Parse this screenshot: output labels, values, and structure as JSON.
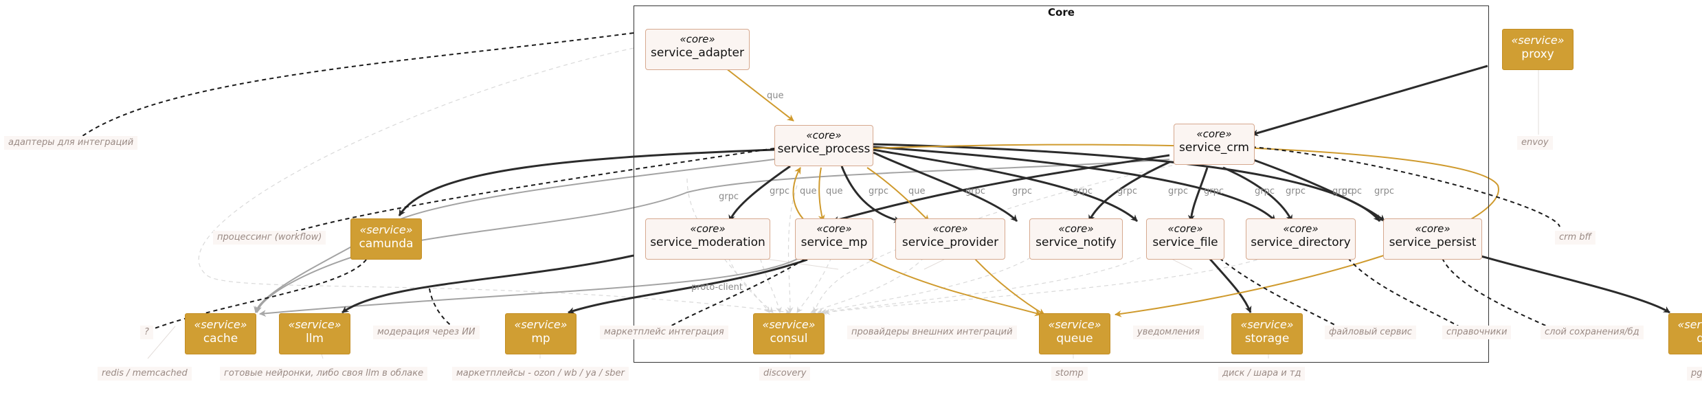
{
  "diagram": {
    "boundary_title": "Core",
    "stereotypes": {
      "core": "«core»",
      "service": "«service»"
    },
    "colors": {
      "dark_edge": "#2b2b2b",
      "gold_edge": "#cf9a2d",
      "gray_edge": "#9e9e9e",
      "light_edge": "#d4d4d4",
      "service_fill": "#d09e33",
      "core_fill": "#fbf5f2"
    },
    "nodes": {
      "service_adapter": "service_adapter",
      "service_process": "service_process",
      "service_crm": "service_crm",
      "service_moderation": "service_moderation",
      "service_mp": "service_mp",
      "service_provider": "service_provider",
      "service_notify": "service_notify",
      "service_file": "service_file",
      "service_directory": "service_directory",
      "service_persist": "service_persist",
      "proxy": "proxy",
      "camunda": "camunda",
      "cache": "cache",
      "llm": "llm",
      "mp": "mp",
      "consul": "consul",
      "queue": "queue",
      "storage": "storage",
      "db": "db"
    },
    "notes": {
      "adapters": "адаптеры для интеграций",
      "envoy": "envoy",
      "workflow": "процессинг (workflow)",
      "crm_bff": "crm bff",
      "question": "?",
      "ai_moderation": "модерация через ИИ",
      "marketplace_integration": "маркетплейс интеграция",
      "external_providers": "провайдеры внешних интеграций",
      "notifications": "уведомления",
      "file_service": "файловый сервис",
      "directories": "справочники",
      "persist_layer": "слой сохранения/бд",
      "redis": "redis / memcached",
      "neural": "готовые нейронки, либо своя llm в облаке",
      "marketplaces": "маркетплейсы - ozon / wb / ya / sber",
      "discovery": "discovery",
      "stomp": "stomp",
      "disk": "диск / шара и тд",
      "pg": "pg"
    },
    "edge_labels": {
      "que": "que",
      "grpc": "grpc",
      "proto_client": "proto-client"
    }
  }
}
